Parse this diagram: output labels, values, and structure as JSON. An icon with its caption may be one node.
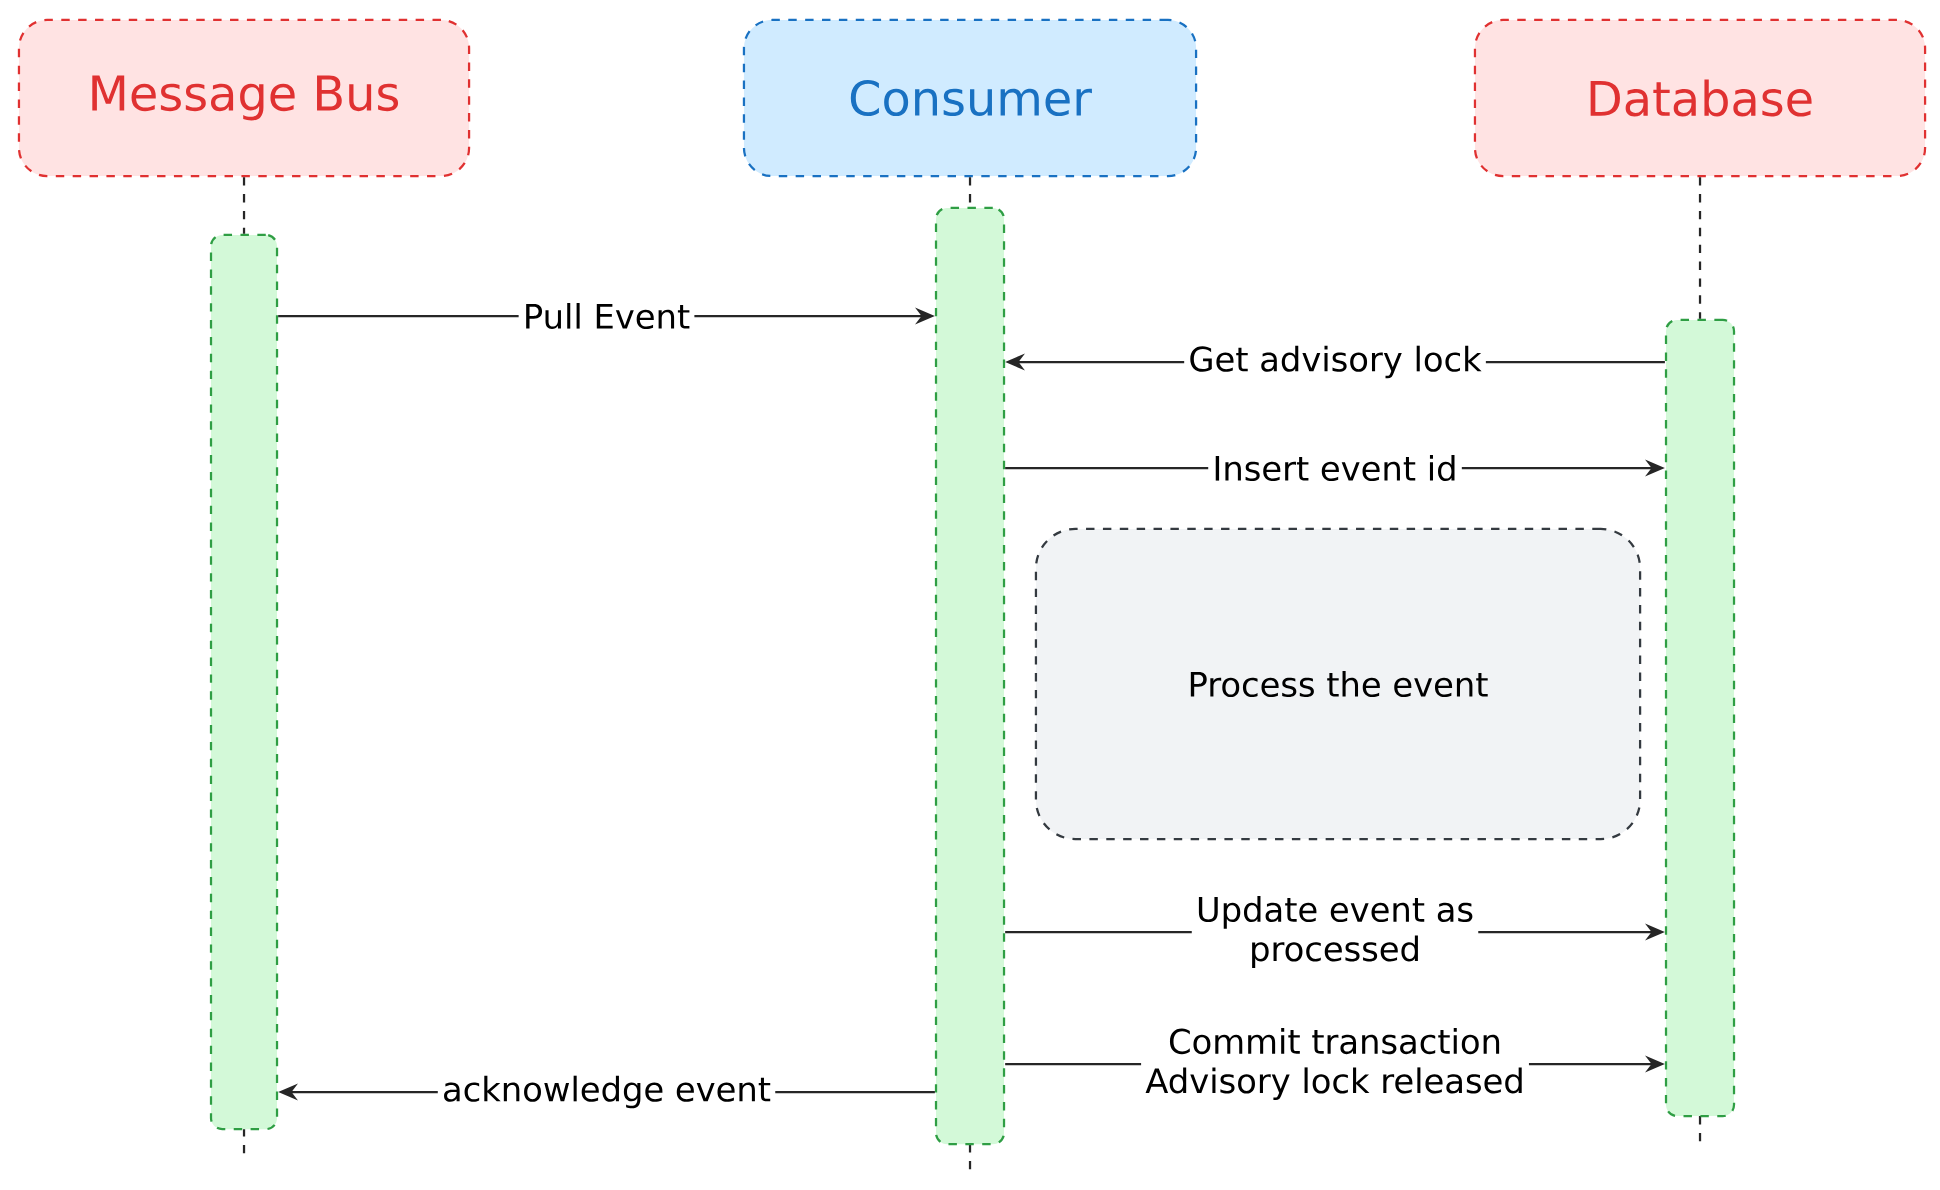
{
  "diagram": {
    "nodes": [
      {
        "text": [
          "Message Bus"
        ]
      },
      {
        "text": [
          "Consumer"
        ]
      },
      {
        "text": [
          "Database"
        ]
      },
      {
        "text": [],
        "shape": "bar"
      },
      {
        "text": [],
        "shape": "bar"
      },
      {
        "text": [],
        "shape": "bar"
      },
      {
        "text": [
          "Process the event"
        ]
      }
    ],
    "edges": [
      {
        "from": 0,
        "to": 3,
        "arrow": "none",
        "style": "dashed"
      },
      {
        "from": 1,
        "to": 4,
        "arrow": "none",
        "style": "dashed"
      },
      {
        "from": 2,
        "to": 5,
        "arrow": "none",
        "style": "dashed"
      },
      {
        "from": 3,
        "to": 4,
        "arrow": "to",
        "label": "Pull Event"
      },
      {
        "from": 5,
        "to": 4,
        "arrow": "to",
        "label": "Get advisory lock"
      },
      {
        "from": 4,
        "to": 5,
        "arrow": "to",
        "label": "Insert event id"
      },
      {
        "from": 4,
        "to": 5,
        "arrow": "to",
        "label": "Update event as processed"
      },
      {
        "from": 4,
        "to": 5,
        "arrow": "to",
        "label": "Commit transaction Advisory lock released"
      },
      {
        "from": 4,
        "to": 3,
        "arrow": "to",
        "label": "acknowledge event"
      }
    ]
  }
}
